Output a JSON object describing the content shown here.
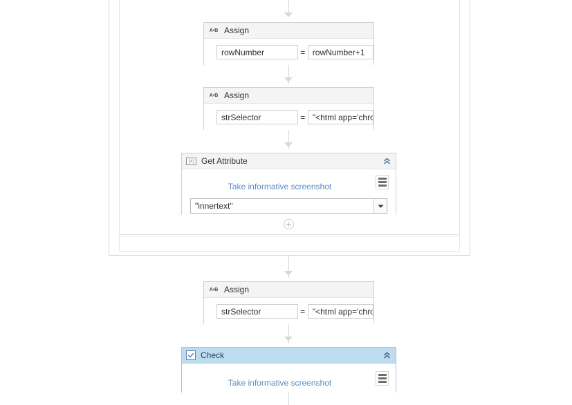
{
  "canvas": {
    "name": "workflow-designer-canvas",
    "background": "#ffffff"
  },
  "colors": {
    "link": "#5b8cc4",
    "selected_header": "#bedcf0",
    "selected_border": "#9dc3e6",
    "node_header": "#f4f4f4",
    "node_border": "#d0d0d0",
    "connector": "#d4d4d4"
  },
  "nodes": [
    {
      "id": "assign-row-number",
      "type": "assign",
      "icon": "assign-icon",
      "title": "Assign",
      "left_value": "rowNumber",
      "operator": "=",
      "right_value": "rowNumber+1",
      "collapse_icon": null,
      "selected": false
    },
    {
      "id": "assign-str-selector-1",
      "type": "assign",
      "icon": "assign-icon",
      "title": "Assign",
      "left_value": "strSelector",
      "operator": "=",
      "right_value": "\"<html app='chror",
      "collapse_icon": null,
      "selected": false
    },
    {
      "id": "get-attribute",
      "type": "get-attribute",
      "icon": "get-attribute-icon",
      "icon_glyph": "[#]",
      "title": "Get Attribute",
      "collapse_icon": "chevron-double-up-icon",
      "screenshot_link": "Take informative screenshot",
      "menu_icon": "hamburger-menu-icon",
      "combo_value": "\"innertext\"",
      "combo_arrow_icon": "chevron-down-icon",
      "selected": false
    },
    {
      "id": "assign-str-selector-2",
      "type": "assign",
      "icon": "assign-icon",
      "title": "Assign",
      "left_value": "strSelector",
      "operator": "=",
      "right_value": "\"<html app='chror",
      "collapse_icon": null,
      "selected": false
    },
    {
      "id": "check",
      "type": "check",
      "icon": "checkbox-checked-icon",
      "title": "Check",
      "collapse_icon": "chevron-double-up-icon",
      "screenshot_link": "Take informative screenshot",
      "menu_icon": "hamburger-menu-icon",
      "selected": true
    }
  ],
  "add_button": {
    "label": "+",
    "name": "add-activity-button"
  },
  "assign_icon_label": "A•B"
}
